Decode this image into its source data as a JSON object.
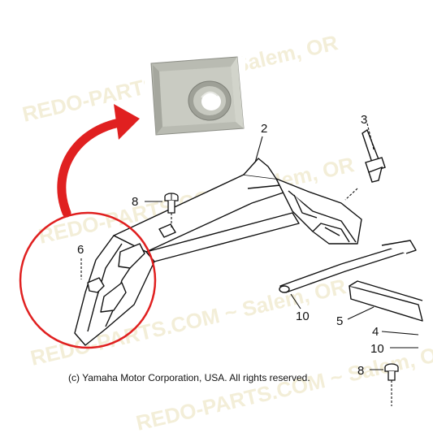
{
  "watermark": {
    "text_top": "REDO-PARTS.COM ~ Salem, OR",
    "text_middle": "REDO-PARTS.COM ~ Salem, OR",
    "text_middle2": "REDO-PARTS.COM ~ Salem, OR",
    "text_bottom": "REDO-PARTS.COM ~ Salem, OR"
  },
  "callouts": {
    "part_2": "2",
    "part_3": "3",
    "part_4": "4",
    "part_5": "5",
    "part_6": "6",
    "part_8_top": "8",
    "part_8_bottom": "8",
    "part_10_bar": "10",
    "part_10_right": "10"
  },
  "copyright": "(c) Yamaha Motor Corporation, USA. All rights reserved.",
  "colors": {
    "highlight_red": "#e02020",
    "line": "#111111",
    "watermark": "#f3eed8",
    "photo_metal": "#b9bbb2"
  },
  "icons": {
    "photo": "speed-nut-photo",
    "arrow": "curved-arrow-icon"
  }
}
